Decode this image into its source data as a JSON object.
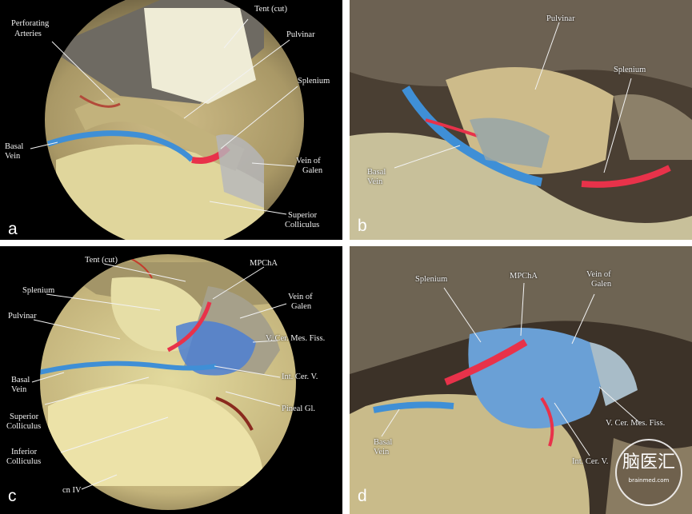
{
  "panels": {
    "a": {
      "letter": "a",
      "labels": {
        "tent_cut": "Tent (cut)",
        "perforating_1": "Perforating",
        "perforating_2": "Arteries",
        "pulvinar": "Pulvinar",
        "splenium": "Splenium",
        "basal_1": "Basal",
        "basal_2": "Vein",
        "galen_1": "Vein of",
        "galen_2": "Galen",
        "sup_coll_1": "Superior",
        "sup_coll_2": "Colliculus"
      }
    },
    "b": {
      "letter": "b",
      "labels": {
        "pulvinar": "Pulvinar",
        "splenium": "Splenium",
        "basal_1": "Basal",
        "basal_2": "Vein"
      }
    },
    "c": {
      "letter": "c",
      "labels": {
        "tent_cut": "Tent (cut)",
        "mpcha": "MPChA",
        "splenium": "Splenium",
        "galen_1": "Vein of",
        "galen_2": "Galen",
        "pulvinar": "Pulvinar",
        "v_cer_mes": "V. Cer. Mes. Fiss.",
        "int_cer_v": "Int. Cer. V.",
        "basal_1": "Basal",
        "basal_2": "Vein",
        "pineal": "Pineal Gl.",
        "sup_coll_1": "Superior",
        "sup_coll_2": "Colliculus",
        "inf_coll_1": "Inferior",
        "inf_coll_2": "Colliculus",
        "cn_iv": "cn IV"
      }
    },
    "d": {
      "letter": "d",
      "labels": {
        "splenium": "Splenium",
        "mpcha": "MPChA",
        "galen_1": "Vein of",
        "galen_2": "Galen",
        "v_cer_mes": "V. Cer. Mes. Fiss.",
        "basal_1": "Basal",
        "basal_2": "Vein",
        "int_cer_v": "Int. Cer. V."
      },
      "watermark": {
        "text": "脑医汇",
        "sub": "brainmed.com"
      }
    }
  },
  "colors": {
    "artery": "#e8324a",
    "vein": "#3f8fd6",
    "tissue": "#d9cf9c"
  }
}
